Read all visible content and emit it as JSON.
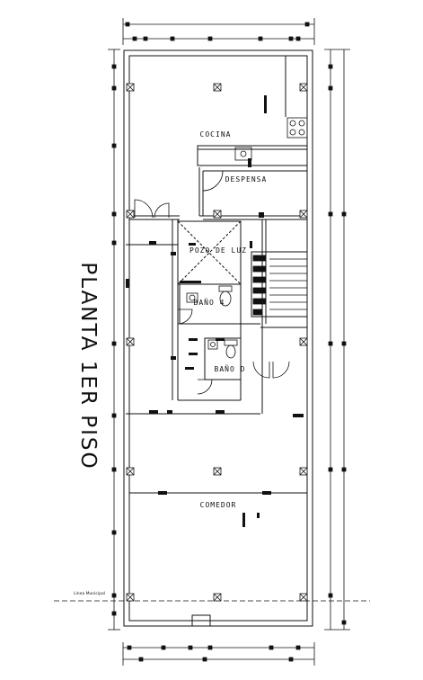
{
  "drawing": {
    "title": "PLANTA 1ER PISO",
    "rooms": {
      "kitchen": "COCINA",
      "pantry": "DESPENSA",
      "light_well": "POZO DE LUZ",
      "bath_main": "BAÑO 4",
      "bath_service": "BAÑO D",
      "dining": "COMEDOR"
    },
    "municipal_line_label": "Línea Municipal"
  },
  "colors": {
    "line": "#111111",
    "background": "#ffffff"
  }
}
